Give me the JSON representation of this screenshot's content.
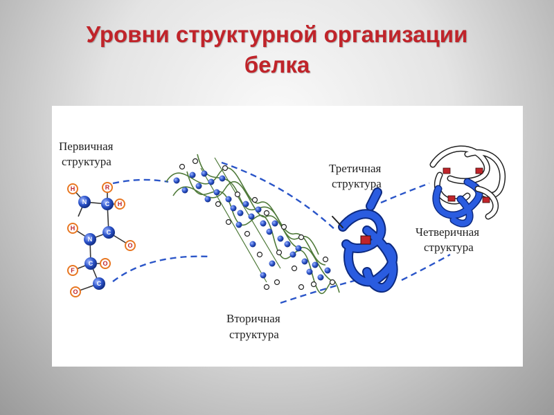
{
  "title": {
    "line1": "Уровни структурной организации",
    "line2": "белка"
  },
  "diagram": {
    "primary": {
      "label_line1": "Первичная",
      "label_line2": "структура",
      "atoms_orange": [
        "H",
        "R",
        "H",
        "H",
        "O",
        "F",
        "O",
        "O"
      ],
      "atoms_blue": [
        "N",
        "C",
        "C",
        "N",
        "C",
        "C"
      ]
    },
    "secondary": {
      "label_line1": "Вторичная",
      "label_line2": "структура"
    },
    "tertiary": {
      "label_line1": "Третичная",
      "label_line2": "структура"
    },
    "quaternary": {
      "label_line1": "Четверичная",
      "label_line2": "структура"
    },
    "colors": {
      "title": "#c0242a",
      "connector": "#2a55c8",
      "protein_blue": "#1f4fd6",
      "helix_green": "#4f7a3a",
      "atom_orange": "#e87722",
      "accent_red": "#c0242a"
    }
  }
}
